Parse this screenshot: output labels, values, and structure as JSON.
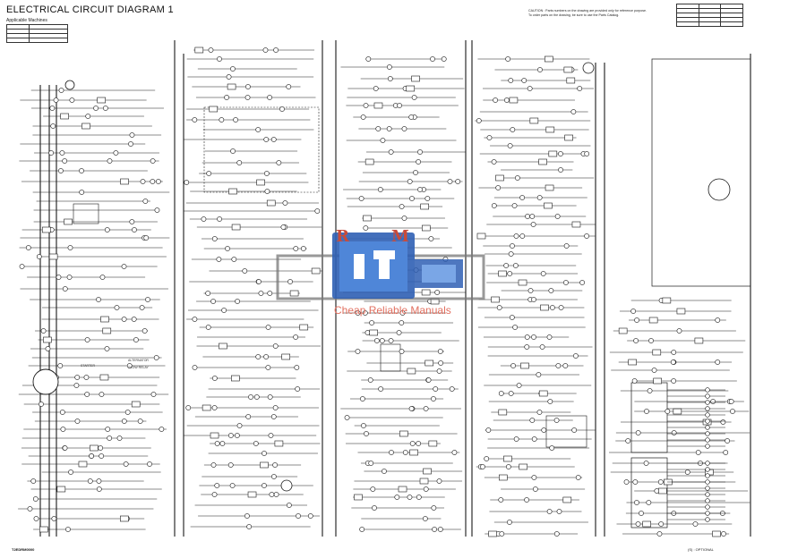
{
  "document": {
    "title": "ELECTRICAL CIRCUIT DIAGRAM 1",
    "applicable_label": "Applicable Machines",
    "doc_number": "T2EDRM0000",
    "optional_note": "(S) : OPTIONAL",
    "caution_line1": "CAUTION : Parts numbers on the drawing are provided only for reference purpose.",
    "caution_line2": "To order parts on the drawing, be sure to use the Parts Catalog."
  },
  "labels": {
    "alternator": "ALTERNATOR",
    "starter": "STARTER",
    "glow_relay": "GLOW RELAY"
  },
  "watermark": {
    "letters_left": "R",
    "letters_right": "M",
    "tagline": "Cheap Reliable Manuals",
    "color_red": "#c94b3a",
    "color_blue": "#2f5fb4"
  },
  "colors": {
    "line": "#1a1a1a",
    "paper": "#ffffff"
  }
}
